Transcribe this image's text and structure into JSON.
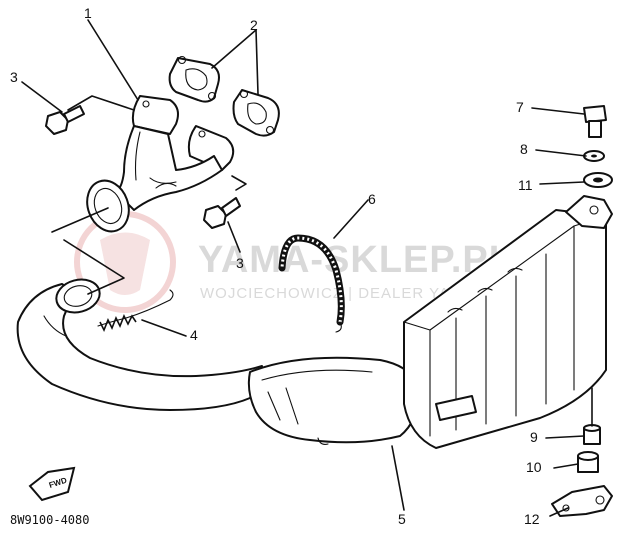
{
  "watermark": {
    "brand": "YAMA-SKLEP.PL",
    "subline": "WOJCIECHOWICZ | DEALER YAMAHA"
  },
  "diagram_code": "8W9100-4080",
  "fwd_label": "FWD",
  "callouts": {
    "c1": "1",
    "c2": "2",
    "c3a": "3",
    "c3b": "3",
    "c4": "4",
    "c5": "5",
    "c6": "6",
    "c7": "7",
    "c8": "8",
    "c9": "9",
    "c10": "10",
    "c11": "11",
    "c12": "12"
  }
}
